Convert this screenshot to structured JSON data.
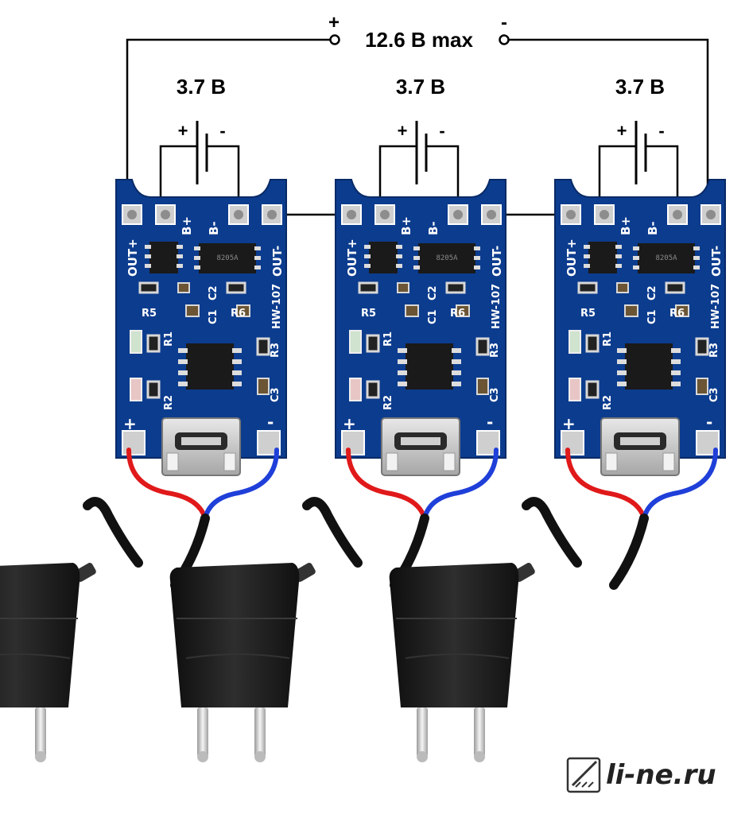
{
  "diagram": {
    "output_plus_sign": "+",
    "output_minus_sign": "-",
    "output_voltage_label": "12.6 В max",
    "modules": [
      {
        "cell_voltage": "3.7 В",
        "cell_plus": "+",
        "cell_minus": "-"
      },
      {
        "cell_voltage": "3.7 В",
        "cell_plus": "+",
        "cell_minus": "-"
      },
      {
        "cell_voltage": "3.7 В",
        "cell_plus": "+",
        "cell_minus": "-"
      }
    ],
    "board": {
      "out_plus": "OUT+",
      "out_minus": "OUT-",
      "b_plus": "B+",
      "b_minus": "B-",
      "model": "HW-107",
      "r1": "R1",
      "r2": "R2",
      "r3": "R3",
      "r5": "R5",
      "r6": "R6",
      "c1": "C1",
      "c2": "C2",
      "c3": "C3",
      "in_plus": "+",
      "in_minus": "-",
      "chip_mark": "8205A"
    }
  },
  "watermark": {
    "text": "li-ne.ru"
  },
  "colors": {
    "pcb": "#0c3c8e",
    "wire_red": "#e0191a",
    "wire_blue": "#1f3fd9",
    "charger": "#1b1b1b"
  }
}
